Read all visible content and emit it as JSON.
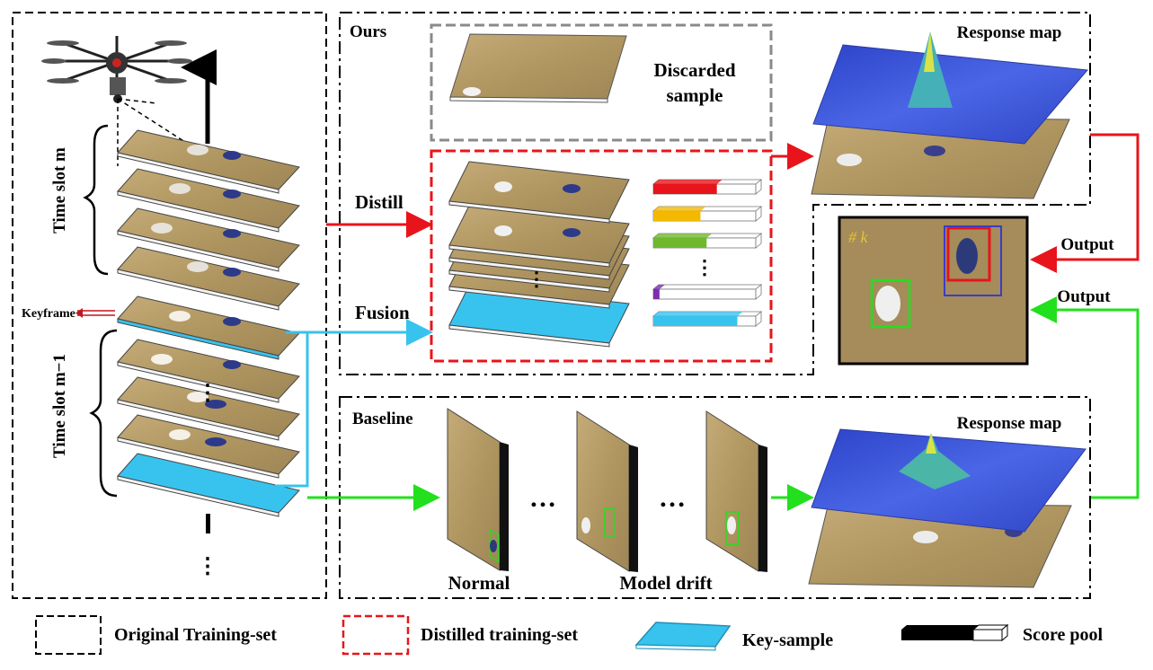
{
  "ours_label": "Ours",
  "baseline_label": "Baseline",
  "discarded_line1": "Discarded",
  "discarded_line2": "sample",
  "response_map_top": "Response map",
  "response_map_bottom": "Response map",
  "distill_label": "Distill",
  "fusion_label": "Fusion",
  "output_top": "Output",
  "output_bottom": "Output",
  "frame_index": "# k",
  "keyframe_label": "Keyframe",
  "time_slot_m": "Time slot m",
  "time_slot_m1": "Time slot m−1",
  "normal_label": "Normal",
  "model_drift_label": "Model drift",
  "ellipsis": "…",
  "legend": {
    "original": "Original Training-set",
    "distilled": "Distilled training-set",
    "key_sample": "Key-sample",
    "score_pool": "Score pool"
  },
  "colors": {
    "red": "#e8141b",
    "green": "#22e01e",
    "cyan": "#38c3ee",
    "ground": "#b79e6a",
    "response_blue": "#3a54d8",
    "gray_dash": "#8a8a8a"
  },
  "score_bars": [
    {
      "color": "#e8141b",
      "fill": 0.62
    },
    {
      "color": "#f5b800",
      "fill": 0.46
    },
    {
      "color": "#6fb82e",
      "fill": 0.52
    },
    {
      "color": "#7b2fb0",
      "fill": 0.06
    },
    {
      "color": "#38c3ee",
      "fill": 0.82
    }
  ]
}
